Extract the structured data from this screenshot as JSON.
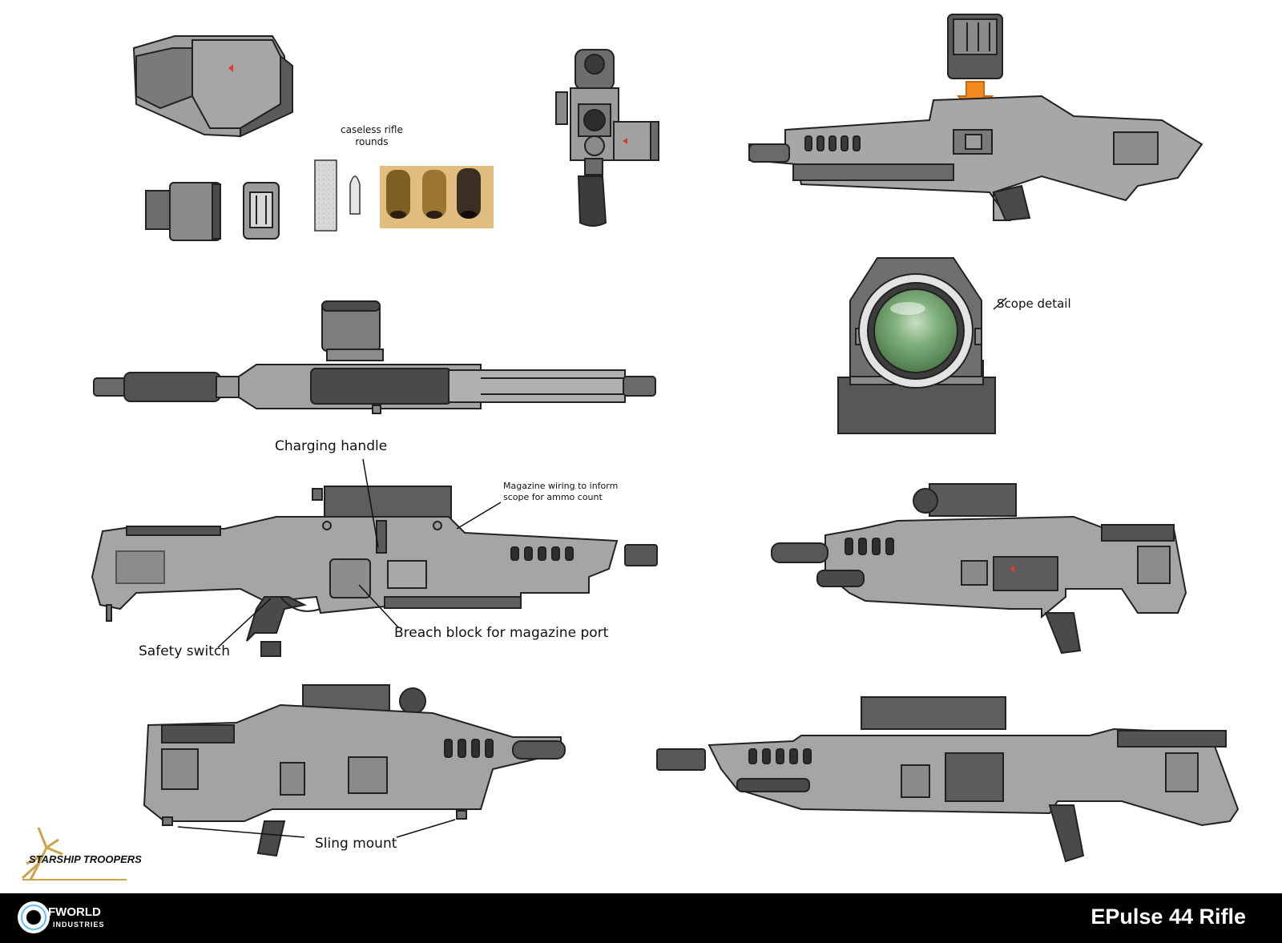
{
  "labels": {
    "caseless": "caseless rifle\nrounds",
    "scope_detail": "Scope detail",
    "charging_handle": "Charging handle",
    "magazine_wiring": "Magazine wiring to inform\nscope for ammo count",
    "breach_block": "Breach block for magazine port",
    "safety_switch": "Safety switch",
    "sling_mount": "Sling mount"
  },
  "logos": {
    "franchise": "STARSHIP TROOPERS",
    "studio_line1": "FWORLD",
    "studio_line2": "INDUSTRIES"
  },
  "footer": {
    "title": "EPulse 44 Rifle"
  },
  "colors": {
    "body": "#a3a3a3",
    "dark": "#4a4a4a",
    "scope_lens": "#6fa06f",
    "arrow": "#f28a1e"
  }
}
